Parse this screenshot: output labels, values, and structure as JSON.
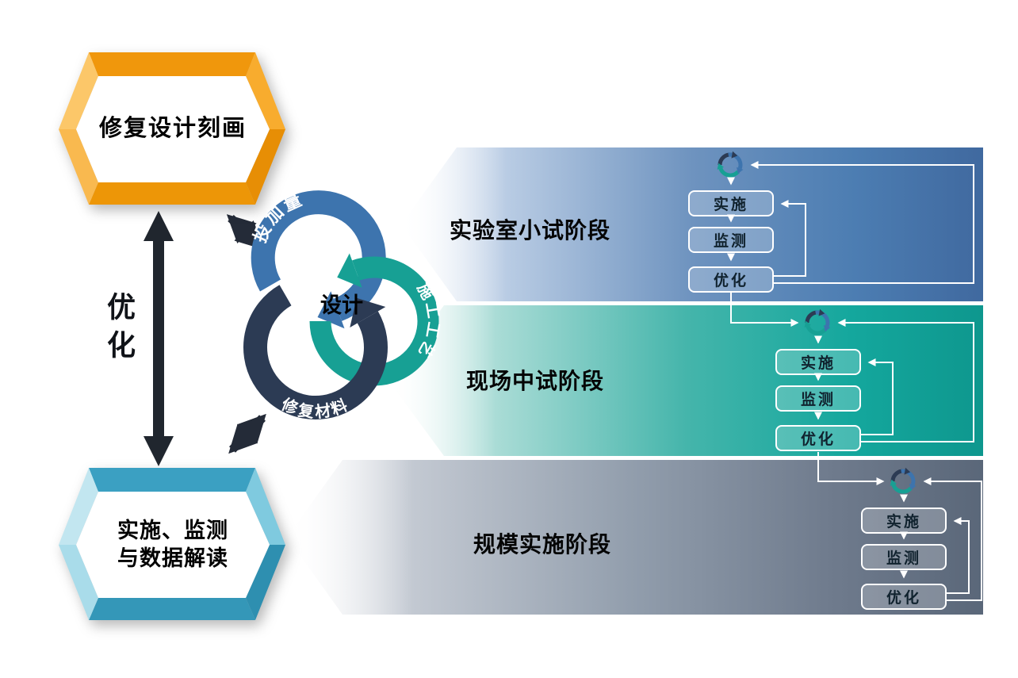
{
  "diagram": {
    "background": "#ffffff",
    "left_flow": {
      "top_box": {
        "label": "修复设计刻画",
        "color": "#F0970C"
      },
      "bottom_box": {
        "label_line1": "实施、监测",
        "label_line2": "与数据解读",
        "color": "#3BA0C2"
      },
      "between_label": "优化"
    },
    "design_cycle": {
      "center_label": "设计",
      "rings": [
        {
          "id": "dosage",
          "label": "投加量",
          "color": "#3D74AE"
        },
        {
          "id": "construction-process",
          "label": "施工工艺",
          "color": "#17A094"
        },
        {
          "id": "remediation-material",
          "label": "修复材料",
          "color": "#2C3B54"
        }
      ]
    },
    "stages": [
      {
        "id": "lab-test",
        "label": "实验室小试阶段",
        "color": "#4C7DB2",
        "steps": [
          "实施",
          "监测",
          "优化"
        ]
      },
      {
        "id": "field-pilot",
        "label": "现场中试阶段",
        "color": "#14A79D",
        "steps": [
          "实施",
          "监测",
          "优化"
        ]
      },
      {
        "id": "full-scale",
        "label": "规模实施阶段",
        "color": "#6F7B8D",
        "steps": [
          "实施",
          "监测",
          "优化"
        ]
      }
    ]
  }
}
